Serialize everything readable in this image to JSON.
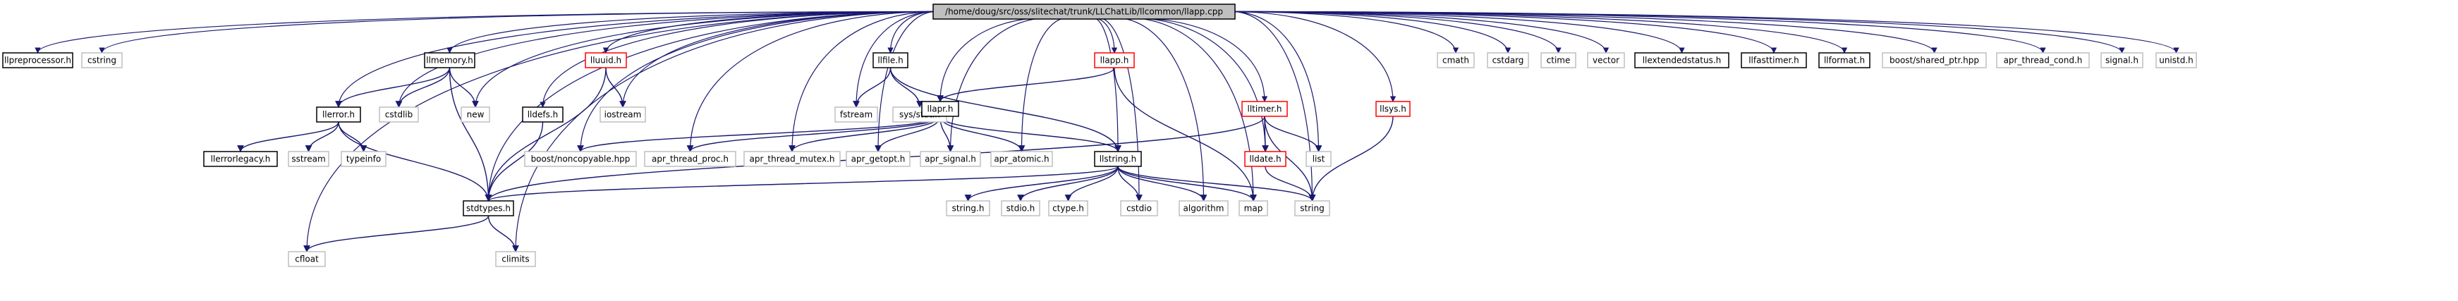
{
  "colors": {
    "root_fill": "#bfbfbf",
    "root_border": "#000000",
    "node_fill": "#ffffff",
    "documented_border": "#000000",
    "system_border": "#bfbfbf",
    "missing_border": "#ff0000",
    "edge": "#191970",
    "text": "#000000"
  },
  "nodes": [
    {
      "id": "root",
      "label": "/home/doug/src/oss/slitechat/trunk/LLChatLib/llcommon/llapp.cpp",
      "kind": "root"
    },
    {
      "id": "llpreprocessor",
      "label": "llpreprocessor.h",
      "kind": "documented"
    },
    {
      "id": "cstring",
      "label": "cstring",
      "kind": "system"
    },
    {
      "id": "llmemory",
      "label": "llmemory.h",
      "kind": "documented"
    },
    {
      "id": "llerror",
      "label": "llerror.h",
      "kind": "documented"
    },
    {
      "id": "cstdlib",
      "label": "cstdlib",
      "kind": "system"
    },
    {
      "id": "new",
      "label": "new",
      "kind": "system"
    },
    {
      "id": "lldefs",
      "label": "lldefs.h",
      "kind": "documented"
    },
    {
      "id": "lluuid",
      "label": "lluuid.h",
      "kind": "missing"
    },
    {
      "id": "iostream",
      "label": "iostream",
      "kind": "system"
    },
    {
      "id": "llfile",
      "label": "llfile.h",
      "kind": "documented"
    },
    {
      "id": "fstream",
      "label": "fstream",
      "kind": "system"
    },
    {
      "id": "sysstat",
      "label": "sys/stat.h",
      "kind": "system"
    },
    {
      "id": "llapp",
      "label": "llapp.h",
      "kind": "missing"
    },
    {
      "id": "llapr",
      "label": "llapr.h",
      "kind": "documented"
    },
    {
      "id": "lltimer",
      "label": "lltimer.h",
      "kind": "missing"
    },
    {
      "id": "lldate",
      "label": "lldate.h",
      "kind": "missing"
    },
    {
      "id": "list",
      "label": "list",
      "kind": "system"
    },
    {
      "id": "llsys",
      "label": "llsys.h",
      "kind": "missing"
    },
    {
      "id": "cmath",
      "label": "cmath",
      "kind": "system"
    },
    {
      "id": "cstdarg",
      "label": "cstdarg",
      "kind": "system"
    },
    {
      "id": "ctime",
      "label": "ctime",
      "kind": "system"
    },
    {
      "id": "vector",
      "label": "vector",
      "kind": "system"
    },
    {
      "id": "llextendedstatus",
      "label": "llextendedstatus.h",
      "kind": "documented"
    },
    {
      "id": "llfasttimer",
      "label": "llfasttimer.h",
      "kind": "documented"
    },
    {
      "id": "llformat",
      "label": "llformat.h",
      "kind": "documented"
    },
    {
      "id": "boost_shared_ptr",
      "label": "boost/shared_ptr.hpp",
      "kind": "system"
    },
    {
      "id": "apr_thread_cond",
      "label": "apr_thread_cond.h",
      "kind": "system"
    },
    {
      "id": "signal",
      "label": "signal.h",
      "kind": "system"
    },
    {
      "id": "unistd",
      "label": "unistd.h",
      "kind": "system"
    },
    {
      "id": "llerrorlegacy",
      "label": "llerrorlegacy.h",
      "kind": "documented"
    },
    {
      "id": "sstream",
      "label": "sstream",
      "kind": "system"
    },
    {
      "id": "typeinfo",
      "label": "typeinfo",
      "kind": "system"
    },
    {
      "id": "boost_noncopyable",
      "label": "boost/noncopyable.hpp",
      "kind": "system"
    },
    {
      "id": "apr_thread_proc",
      "label": "apr_thread_proc.h",
      "kind": "system"
    },
    {
      "id": "apr_thread_mutex",
      "label": "apr_thread_mutex.h",
      "kind": "system"
    },
    {
      "id": "apr_getopt",
      "label": "apr_getopt.h",
      "kind": "system"
    },
    {
      "id": "apr_signal",
      "label": "apr_signal.h",
      "kind": "system"
    },
    {
      "id": "apr_atomic",
      "label": "apr_atomic.h",
      "kind": "system"
    },
    {
      "id": "llstring",
      "label": "llstring.h",
      "kind": "documented"
    },
    {
      "id": "stdtypes",
      "label": "stdtypes.h",
      "kind": "documented"
    },
    {
      "id": "stringh",
      "label": "string.h",
      "kind": "system"
    },
    {
      "id": "stdio",
      "label": "stdio.h",
      "kind": "system"
    },
    {
      "id": "ctype",
      "label": "ctype.h",
      "kind": "system"
    },
    {
      "id": "cstdio",
      "label": "cstdio",
      "kind": "system"
    },
    {
      "id": "algorithm",
      "label": "algorithm",
      "kind": "system"
    },
    {
      "id": "map",
      "label": "map",
      "kind": "system"
    },
    {
      "id": "string",
      "label": "string",
      "kind": "system"
    },
    {
      "id": "cfloat",
      "label": "cfloat",
      "kind": "system"
    },
    {
      "id": "climits",
      "label": "climits",
      "kind": "system"
    }
  ],
  "edges": [
    [
      "root",
      "llpreprocessor"
    ],
    [
      "root",
      "cstring"
    ],
    [
      "root",
      "llmemory"
    ],
    [
      "root",
      "llerror"
    ],
    [
      "root",
      "cstdlib"
    ],
    [
      "root",
      "new"
    ],
    [
      "root",
      "lldefs"
    ],
    [
      "root",
      "lluuid"
    ],
    [
      "root",
      "iostream"
    ],
    [
      "root",
      "llfile"
    ],
    [
      "root",
      "fstream"
    ],
    [
      "root",
      "llapp"
    ],
    [
      "root",
      "llapr"
    ],
    [
      "root",
      "lltimer"
    ],
    [
      "root",
      "lldate"
    ],
    [
      "root",
      "list"
    ],
    [
      "root",
      "llsys"
    ],
    [
      "root",
      "cmath"
    ],
    [
      "root",
      "cstdarg"
    ],
    [
      "root",
      "ctime"
    ],
    [
      "root",
      "vector"
    ],
    [
      "root",
      "llextendedstatus"
    ],
    [
      "root",
      "llfasttimer"
    ],
    [
      "root",
      "llformat"
    ],
    [
      "root",
      "boost_shared_ptr"
    ],
    [
      "root",
      "apr_thread_cond"
    ],
    [
      "root",
      "signal"
    ],
    [
      "root",
      "unistd"
    ],
    [
      "root",
      "stdtypes"
    ],
    [
      "root",
      "cfloat"
    ],
    [
      "root",
      "climits"
    ],
    [
      "root",
      "llstring"
    ],
    [
      "root",
      "boost_noncopyable"
    ],
    [
      "root",
      "apr_thread_proc"
    ],
    [
      "root",
      "apr_thread_mutex"
    ],
    [
      "root",
      "apr_getopt"
    ],
    [
      "root",
      "apr_signal"
    ],
    [
      "root",
      "apr_atomic"
    ],
    [
      "root",
      "cstdio"
    ],
    [
      "root",
      "algorithm"
    ],
    [
      "root",
      "map"
    ],
    [
      "root",
      "string"
    ],
    [
      "llmemory",
      "llerror"
    ],
    [
      "llmemory",
      "cstdlib"
    ],
    [
      "llmemory",
      "new"
    ],
    [
      "llmemory",
      "stdtypes"
    ],
    [
      "llerror",
      "llerrorlegacy"
    ],
    [
      "llerror",
      "sstream"
    ],
    [
      "llerror",
      "typeinfo"
    ],
    [
      "llerror",
      "stdtypes"
    ],
    [
      "lldefs",
      "stdtypes"
    ],
    [
      "lluuid",
      "iostream"
    ],
    [
      "lluuid",
      "stdtypes"
    ],
    [
      "llfile",
      "fstream"
    ],
    [
      "llfile",
      "sysstat"
    ],
    [
      "llfile",
      "llstring"
    ],
    [
      "llapp",
      "llapr"
    ],
    [
      "llapp",
      "map"
    ],
    [
      "llapr",
      "boost_noncopyable"
    ],
    [
      "llapr",
      "apr_thread_proc"
    ],
    [
      "llapr",
      "apr_thread_mutex"
    ],
    [
      "llapr",
      "apr_getopt"
    ],
    [
      "llapr",
      "apr_signal"
    ],
    [
      "llapr",
      "apr_atomic"
    ],
    [
      "llapr",
      "llstring"
    ],
    [
      "lltimer",
      "lldate"
    ],
    [
      "lltimer",
      "list"
    ],
    [
      "lltimer",
      "string"
    ],
    [
      "lltimer",
      "stdtypes"
    ],
    [
      "lldate",
      "string"
    ],
    [
      "llsys",
      "string"
    ],
    [
      "llstring",
      "stdtypes"
    ],
    [
      "llstring",
      "stringh"
    ],
    [
      "llstring",
      "stdio"
    ],
    [
      "llstring",
      "ctype"
    ],
    [
      "llstring",
      "cstdio"
    ],
    [
      "llstring",
      "algorithm"
    ],
    [
      "llstring",
      "map"
    ],
    [
      "llstring",
      "string"
    ],
    [
      "stdtypes",
      "cfloat"
    ],
    [
      "stdtypes",
      "climits"
    ]
  ]
}
